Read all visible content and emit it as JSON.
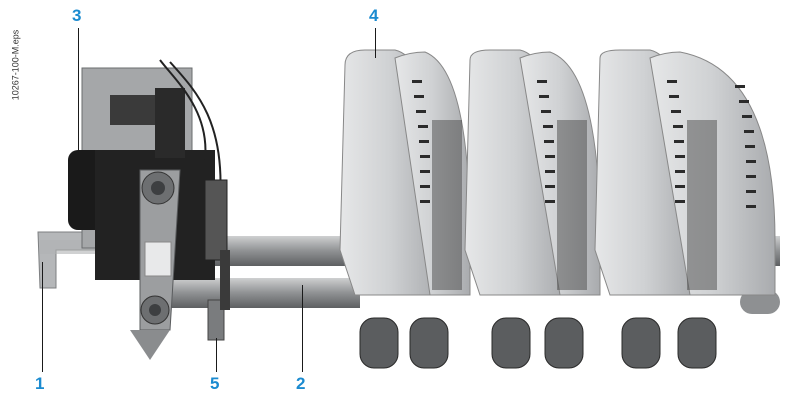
{
  "file_label": "10267-100-M.eps",
  "callouts": {
    "c1": "1",
    "c2": "2",
    "c3": "3",
    "c4": "4",
    "c5": "5"
  },
  "colors": {
    "callout": "#1b8bd0",
    "arc_chute": "#c9cbcd",
    "frame_dark": "#1a1a1a",
    "bar": "#9a9c9e"
  }
}
